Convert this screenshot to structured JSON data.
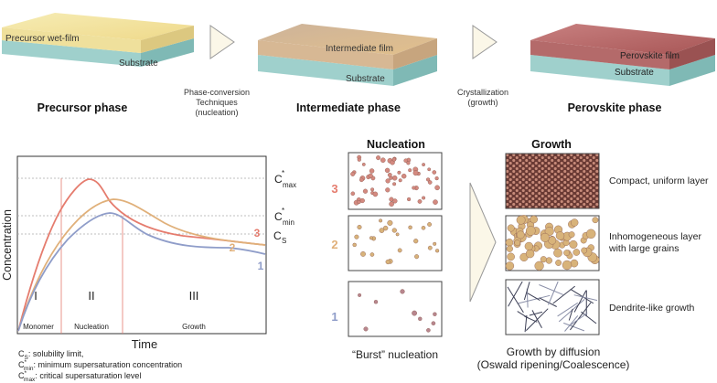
{
  "top": {
    "stages": [
      {
        "layer_label": "Precursor wet-film",
        "substrate_label": "Substrate",
        "phase_label": "Precursor phase",
        "top_color": "#f3e6a6",
        "side_color": "#9fd0cc"
      },
      {
        "layer_label": "Intermediate film",
        "substrate_label": "Substrate",
        "phase_label": "Intermediate phase",
        "top_color": "#d6b896",
        "side_color": "#9fd0cc"
      },
      {
        "layer_label": "Perovskite film",
        "substrate_label": "Substrate",
        "phase_label": "Perovskite phase",
        "top_color": "#b96a6a",
        "side_color": "#9fd0cc"
      }
    ],
    "transitions": [
      {
        "lines": [
          "Phase-conversion",
          "Techniques",
          "(nucleation)"
        ]
      },
      {
        "lines": [
          "Crystallization",
          "(growth)"
        ]
      }
    ]
  },
  "graph": {
    "y_label": "Concentration",
    "x_label": "Time",
    "regions": [
      {
        "numeral": "I",
        "name": "Monomer"
      },
      {
        "numeral": "II",
        "name": "Nucleation"
      },
      {
        "numeral": "III",
        "name": "Growth"
      }
    ],
    "levels": {
      "cmax": "C*max",
      "cmin": "C*min",
      "cs": "CS"
    },
    "curves": [
      {
        "number": "3",
        "color": "#e57c6e"
      },
      {
        "number": "2",
        "color": "#e0b07a"
      },
      {
        "number": "1",
        "color": "#8f9dc9"
      }
    ]
  },
  "legend": [
    {
      "sym": "C",
      "sub": "S",
      "sup": "",
      "text": ": solubility limit,"
    },
    {
      "sym": "C",
      "sub": "min",
      "sup": "*",
      "text": ": minimum supersaturation concentration"
    },
    {
      "sym": "C",
      "sub": "max",
      "sup": "*",
      "text": ": critical supersaturation level"
    }
  ],
  "nucleation": {
    "title": "Nucleation",
    "caption": "“Burst” nucleation",
    "rows": [
      {
        "number": "3",
        "color": "#e57c6e",
        "dot_color": "#d48a80"
      },
      {
        "number": "2",
        "color": "#e0b07a",
        "dot_color": "#d8b37a"
      },
      {
        "number": "1",
        "color": "#8f9dc9",
        "dot_color": "#b8868e"
      }
    ]
  },
  "growth": {
    "title": "Growth",
    "caption_lines": [
      "Growth by diffusion",
      "(Oswald ripening/Coalescence)"
    ],
    "rows": [
      {
        "label": "Compact, uniform layer"
      },
      {
        "label": "Inhomogeneous layer with large grains"
      },
      {
        "label": "Dendrite-like growth"
      }
    ]
  }
}
